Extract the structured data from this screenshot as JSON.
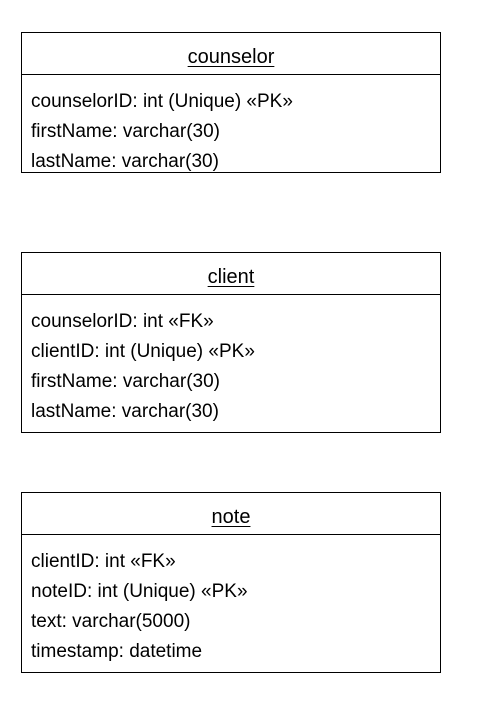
{
  "classes": [
    {
      "name": "counselor",
      "attributes": [
        "counselorID: int (Unique) «PK»",
        "firstName: varchar(30)",
        "lastName: varchar(30)"
      ]
    },
    {
      "name": "client",
      "attributes": [
        "counselorID: int «FK»",
        "clientID: int (Unique) «PK»",
        "firstName: varchar(30)",
        "lastName: varchar(30)"
      ]
    },
    {
      "name": "note",
      "attributes": [
        "clientID: int «FK»",
        "noteID: int (Unique) «PK»",
        "text: varchar(5000)",
        "timestamp: datetime"
      ]
    }
  ]
}
